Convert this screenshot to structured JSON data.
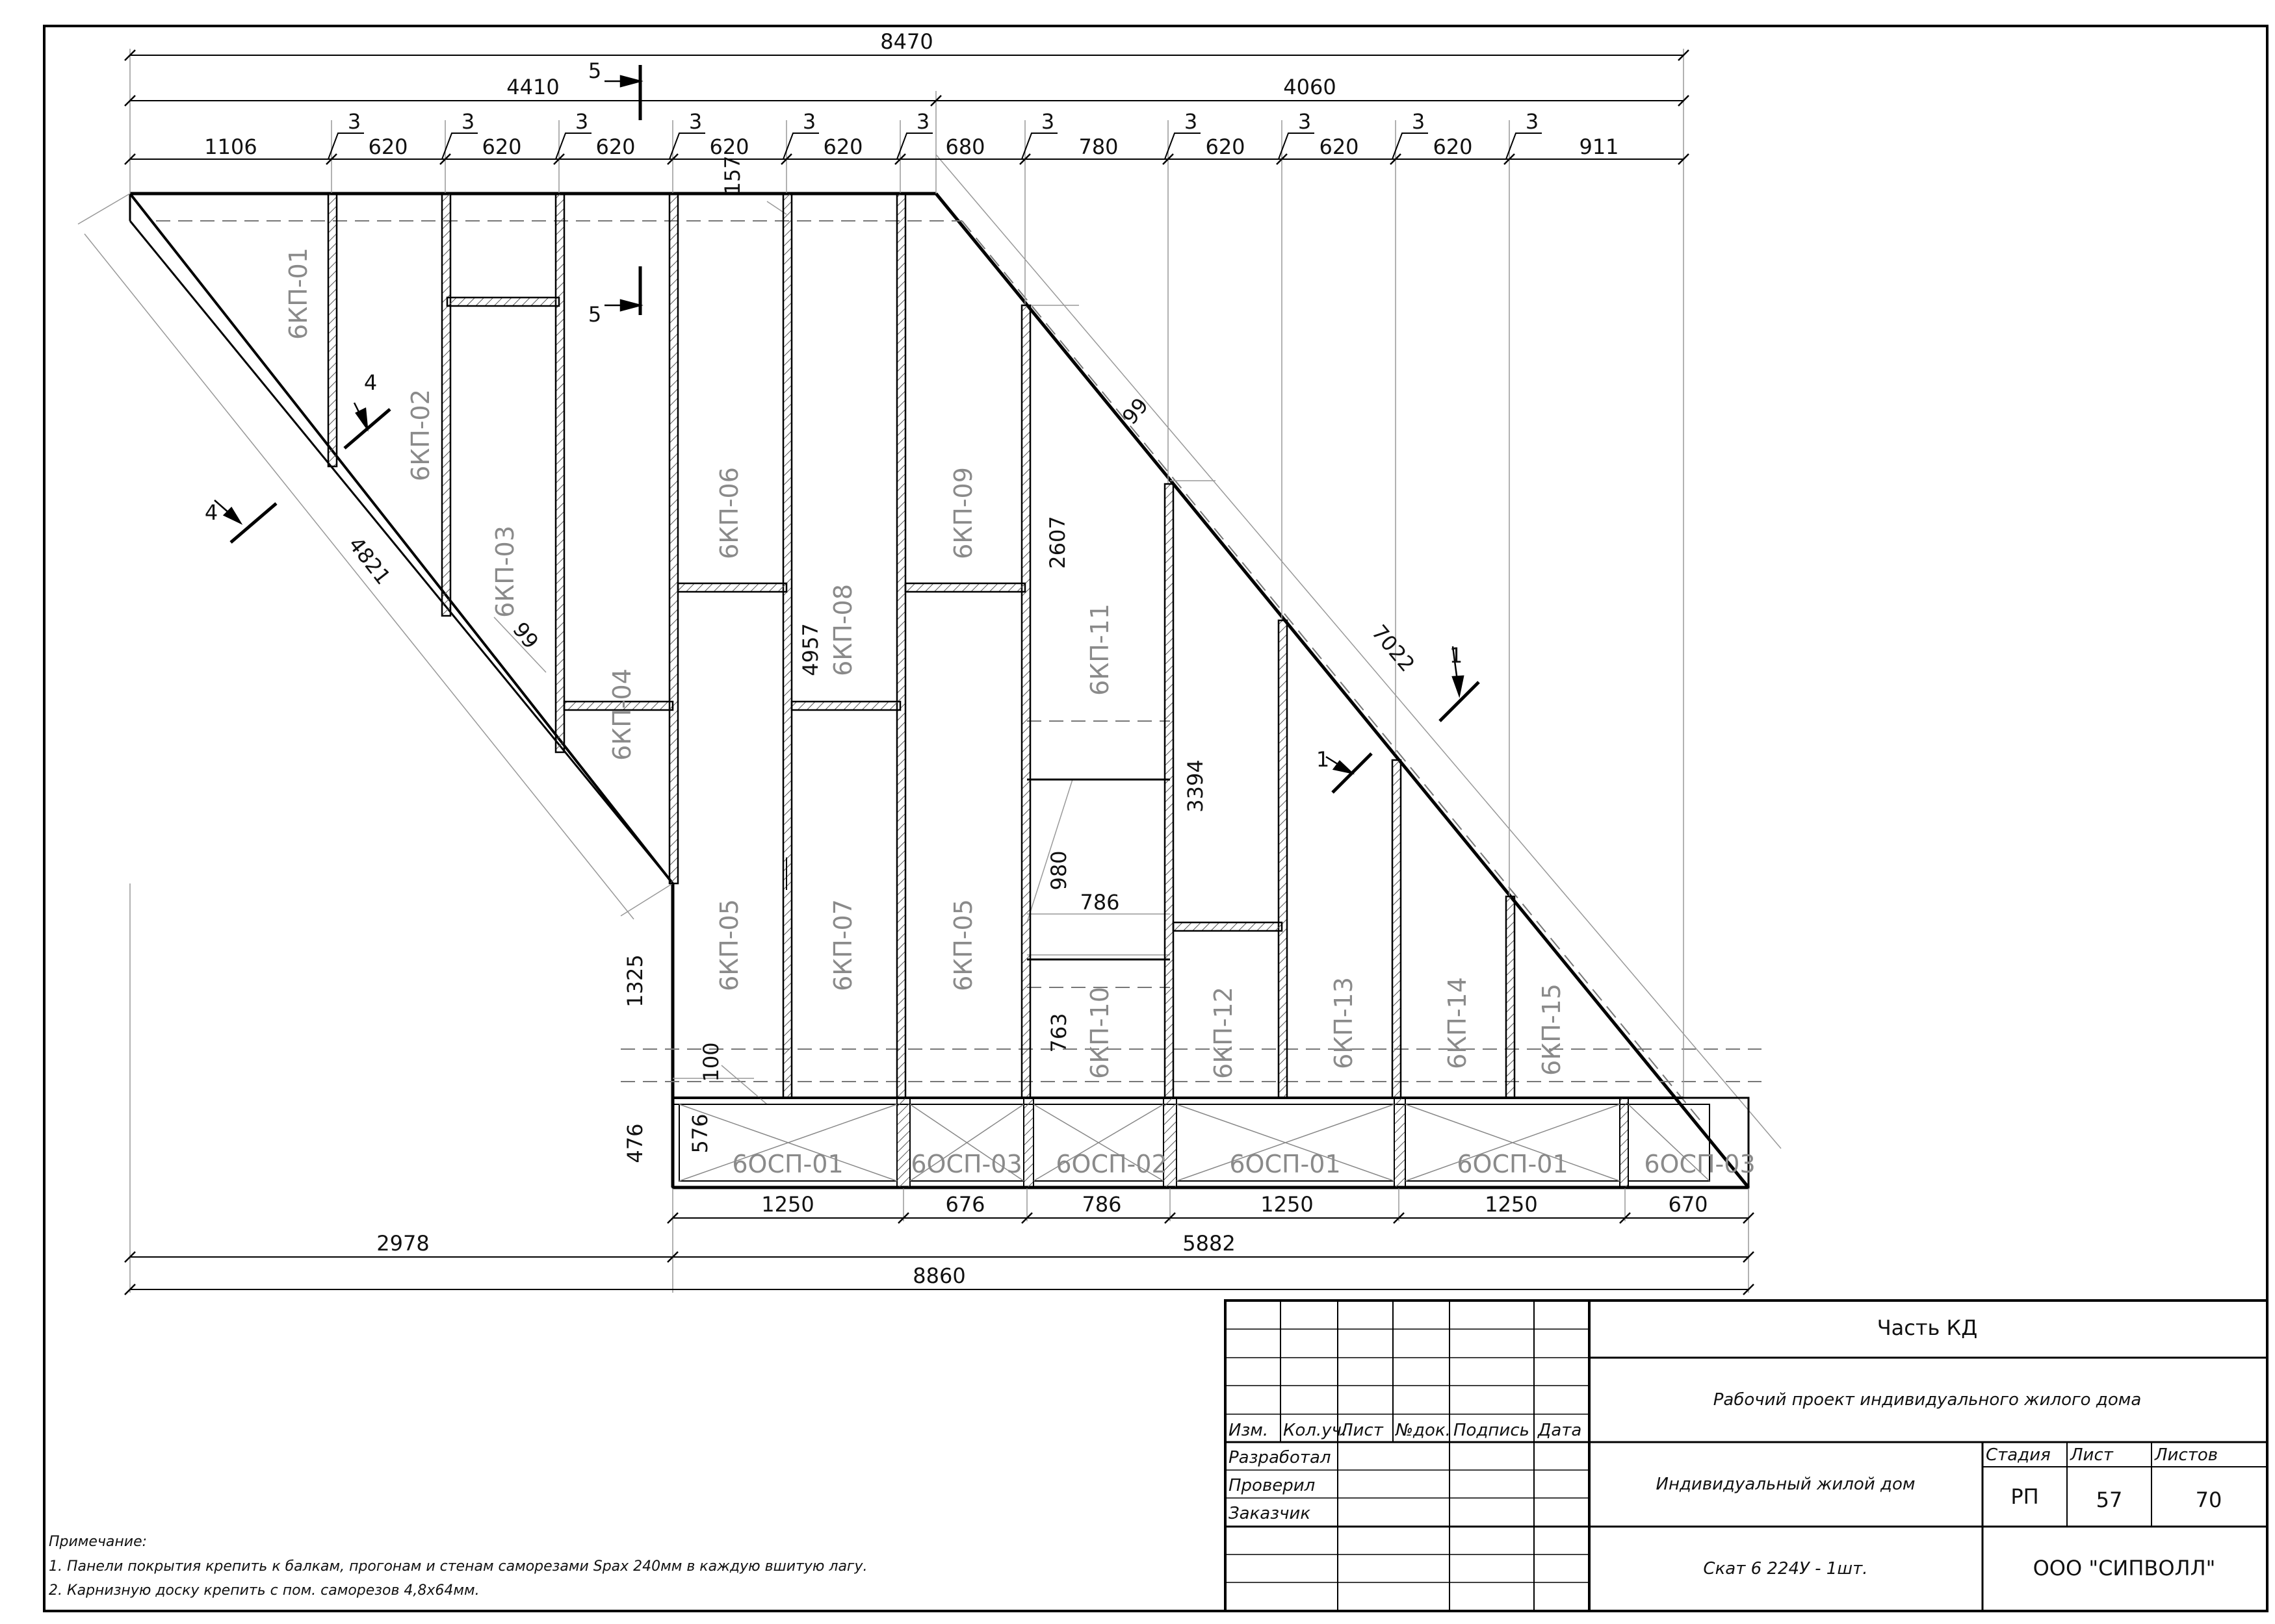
{
  "dims": {
    "top_total": "8470",
    "top_left": "4410",
    "top_right": "4060",
    "top_row": [
      "1106",
      "620",
      "620",
      "620",
      "620",
      "620",
      "680",
      "780",
      "620",
      "620",
      "620",
      "911"
    ],
    "gap_mark": "3",
    "diag_left": "4821",
    "diag_right": "7022",
    "d157": "157",
    "d99a": "99",
    "d99b": "99",
    "d2607": "2607",
    "d4957": "4957",
    "d3394": "3394",
    "d980": "980",
    "d786": "786",
    "d763": "763",
    "d1325": "1325",
    "d100": "100",
    "d476": "476",
    "d576": "576",
    "bottom_row": [
      "1250",
      "676",
      "786",
      "1250",
      "1250",
      "670"
    ],
    "bottom_left": "2978",
    "bottom_right": "5882",
    "bottom_total": "8860"
  },
  "panels": {
    "p01": "6КП-01",
    "p02": "6КП-02",
    "p03": "6КП-03",
    "p04": "6КП-04",
    "p06": "6КП-06",
    "p08": "6КП-08",
    "p09": "6КП-09",
    "p11": "6КП-11",
    "p05a": "6КП-05",
    "p07": "6КП-07",
    "p05b": "6КП-05",
    "p10": "6КП-10",
    "p12": "6КП-12",
    "p13": "6КП-13",
    "p14": "6КП-14",
    "p15": "6КП-15"
  },
  "eaves": [
    "6ОСП-01",
    "6ОСП-03",
    "6ОСП-02",
    "6ОСП-01",
    "6ОСП-01",
    "6ОСП-03"
  ],
  "sections": {
    "s5": "5",
    "s4": "4",
    "s1": "1"
  },
  "title_block": {
    "part": "Часть КД",
    "project": "Рабочий проект индивидуального жилого дома",
    "object": "Индивидуальный жилой дом",
    "sheet_name": "Скат 6 224У - 1шт.",
    "company": "ООО \"СИПВОЛЛ\"",
    "headers": {
      "izm": "Изм.",
      "kol": "Кол.уч.",
      "list": "Лист",
      "doc": "№док.",
      "sign": "Подпись",
      "date": "Дата"
    },
    "roles": {
      "developed": "Разработал",
      "checked": "Проверил",
      "customer": "Заказчик"
    },
    "stage_label": "Стадия",
    "sheet_label": "Лист",
    "sheets_label": "Листов",
    "stage": "РП",
    "sheet": "57",
    "sheets": "70"
  },
  "notes": {
    "title": "Примечание:",
    "n1": "1. Панели покрытия крепить к балкам, прогонам и стенам саморезами Spax 240мм в каждую вшитую лагу.",
    "n2": "2. Карнизную доску крепить с пом. саморезов 4,8х64мм."
  }
}
